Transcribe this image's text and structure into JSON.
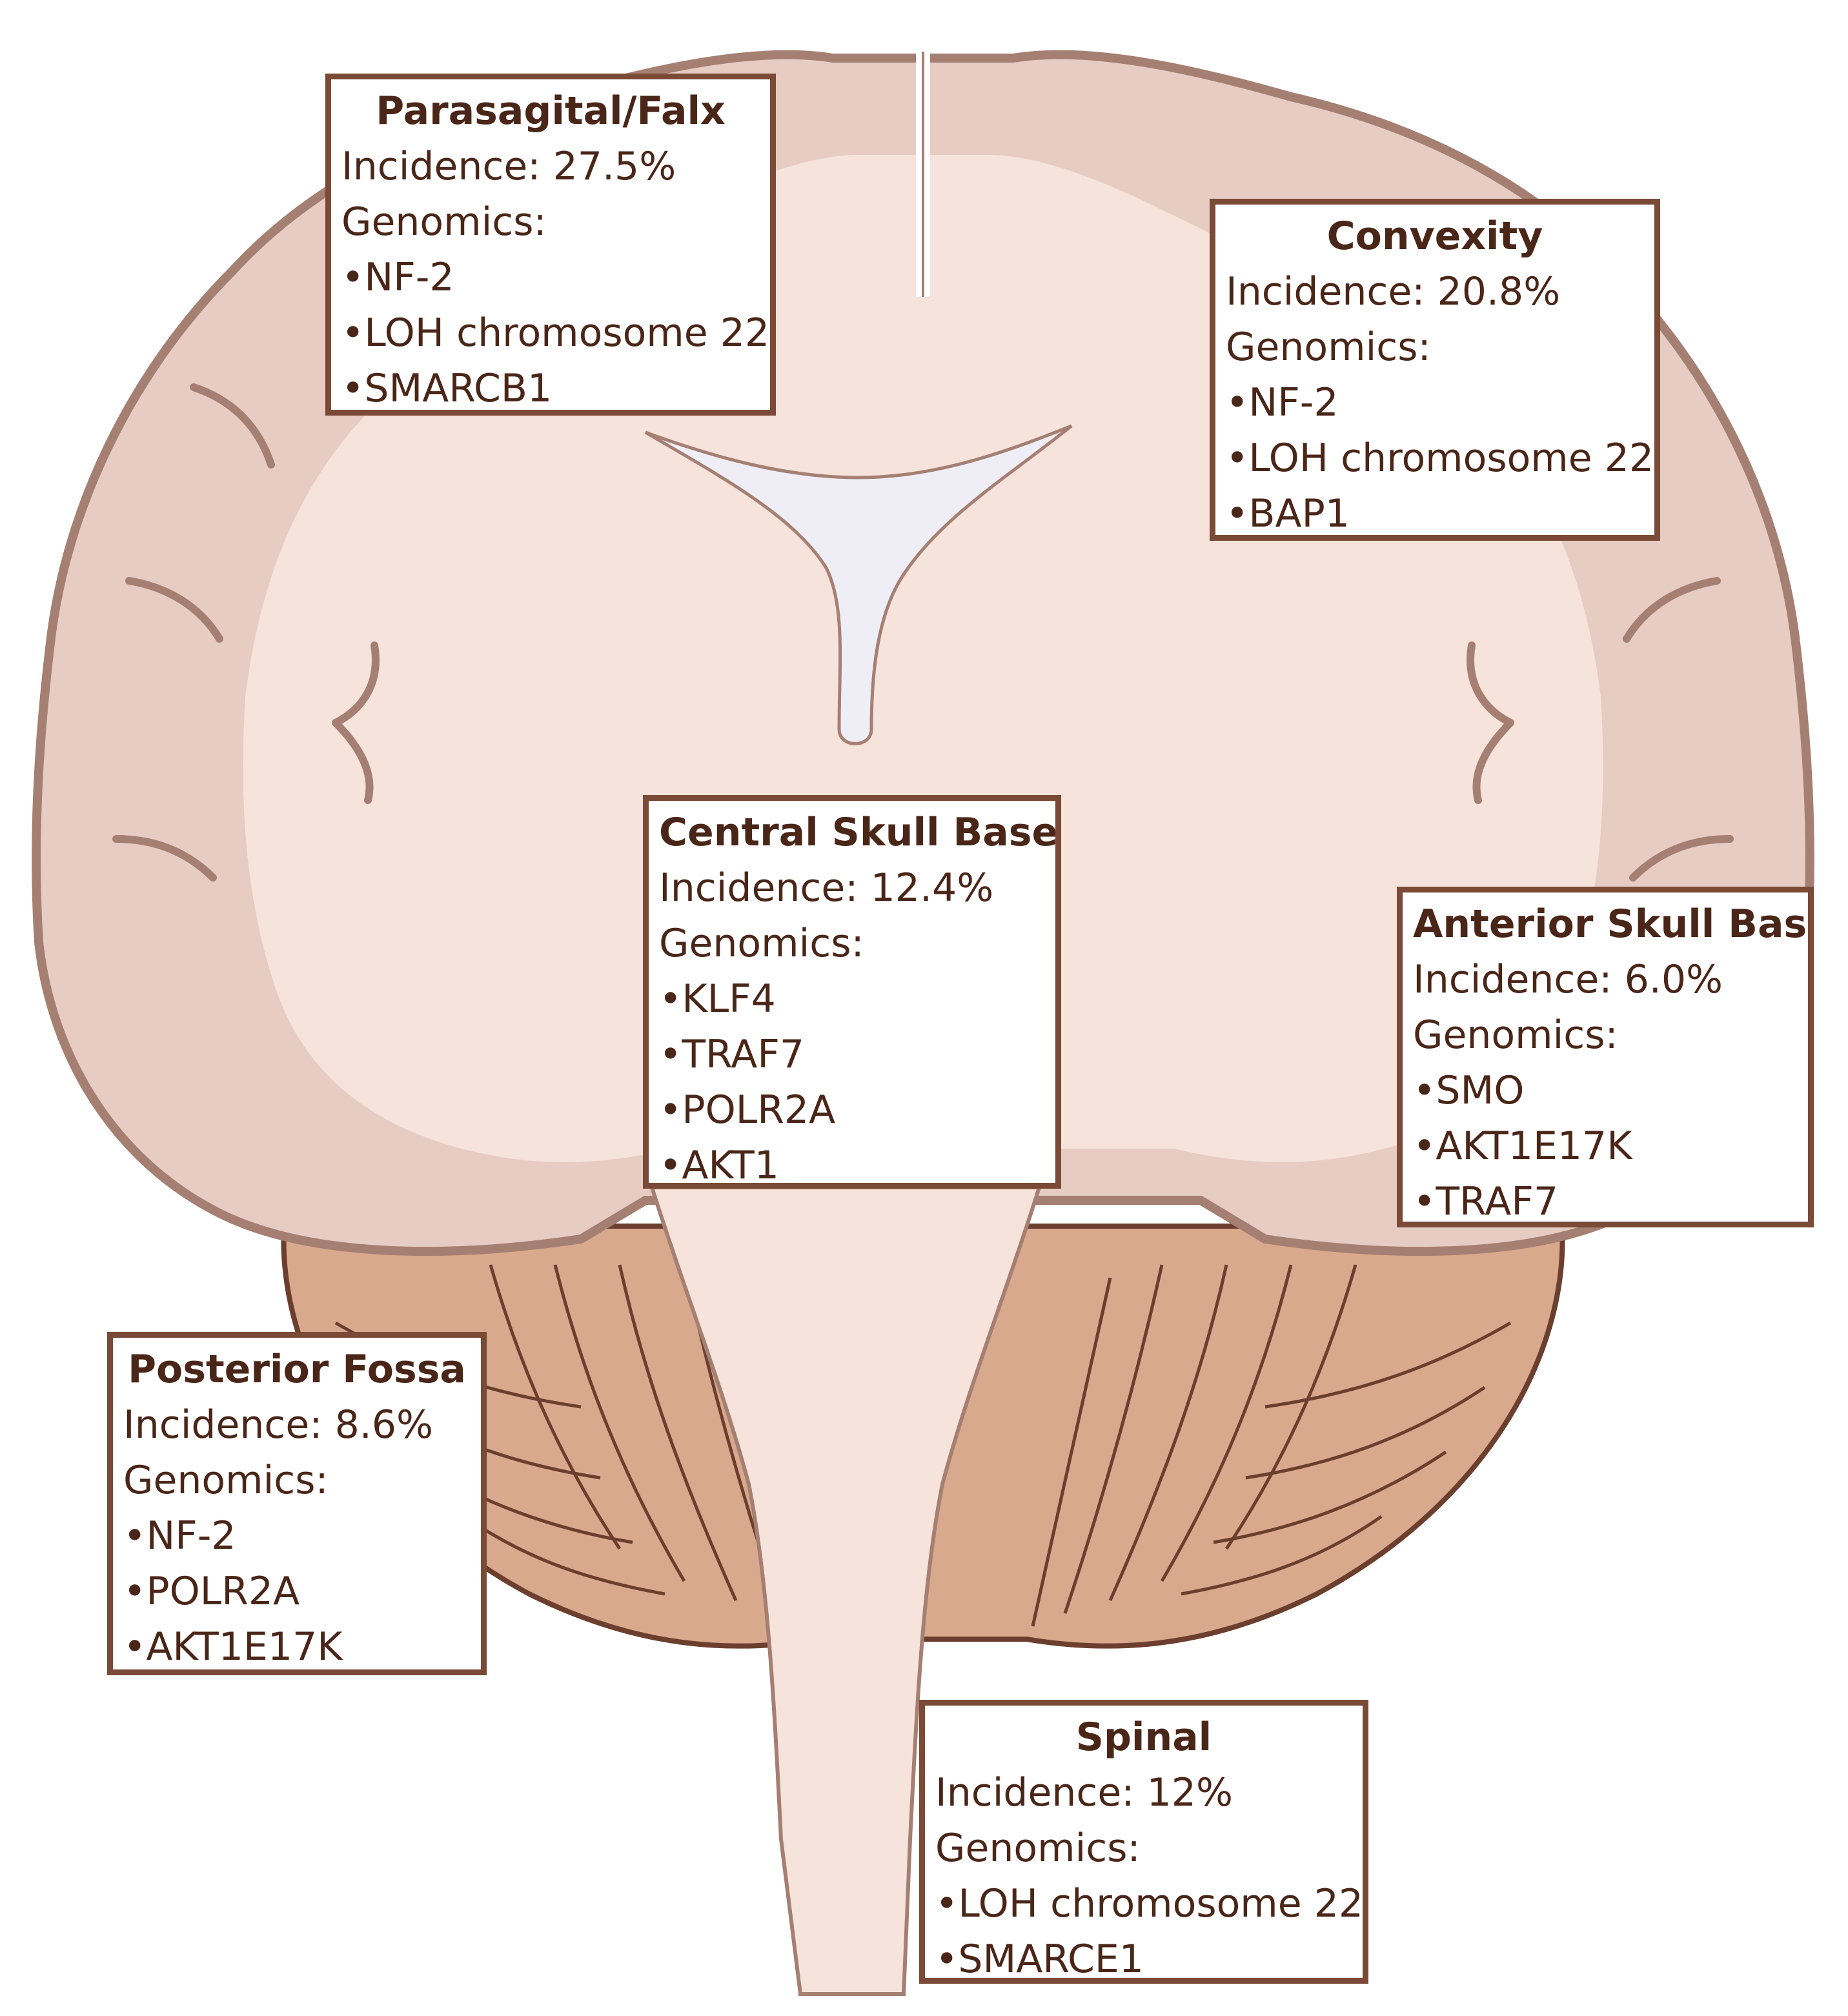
{
  "regions": {
    "parasagittal": {
      "title": "Parasagital/Falx",
      "incidence": "Incidence: 27.5%",
      "genomics_label": "Genomics:",
      "genes": [
        "NF-2",
        "LOH chromosome 22",
        "SMARCB1"
      ]
    },
    "convexity": {
      "title": "Convexity",
      "incidence": "Incidence: 20.8%",
      "genomics_label": "Genomics:",
      "genes": [
        "NF-2",
        "LOH chromosome 22",
        "BAP1"
      ]
    },
    "central_skull_base": {
      "title": "Central Skull Base",
      "incidence": "Incidence: 12.4%",
      "genomics_label": "Genomics:",
      "genes": [
        "KLF4",
        "TRAF7",
        "POLR2A",
        "AKT1"
      ]
    },
    "anterior_skull_base": {
      "title": "Anterior Skull Base",
      "incidence": "Incidence: 6.0%",
      "genomics_label": "Genomics:",
      "genes": [
        "SMO",
        "AKT1E17K",
        "TRAF7"
      ]
    },
    "posterior_fossa": {
      "title": "Posterior Fossa",
      "incidence": "Incidence: 8.6%",
      "genomics_label": "Genomics:",
      "genes": [
        "NF-2",
        "POLR2A",
        "AKT1E17K"
      ]
    },
    "spinal": {
      "title": "Spinal",
      "incidence": "Incidence: 12%",
      "genomics_label": "Genomics:",
      "genes": [
        "LOH chromosome 22",
        "SMARCE1"
      ]
    }
  },
  "colors": {
    "cortex": "#e7ccc3",
    "white_matter": "#f6e3db",
    "outline": "#a57f72",
    "cerebellum": "#d9a98e",
    "cerebellum_lines": "#6b3e2e",
    "ventricle": "#efeef7",
    "box_border": "#7a4a36",
    "text": "#4a2618"
  },
  "icons": [
    "brain-coronal-illustration"
  ]
}
